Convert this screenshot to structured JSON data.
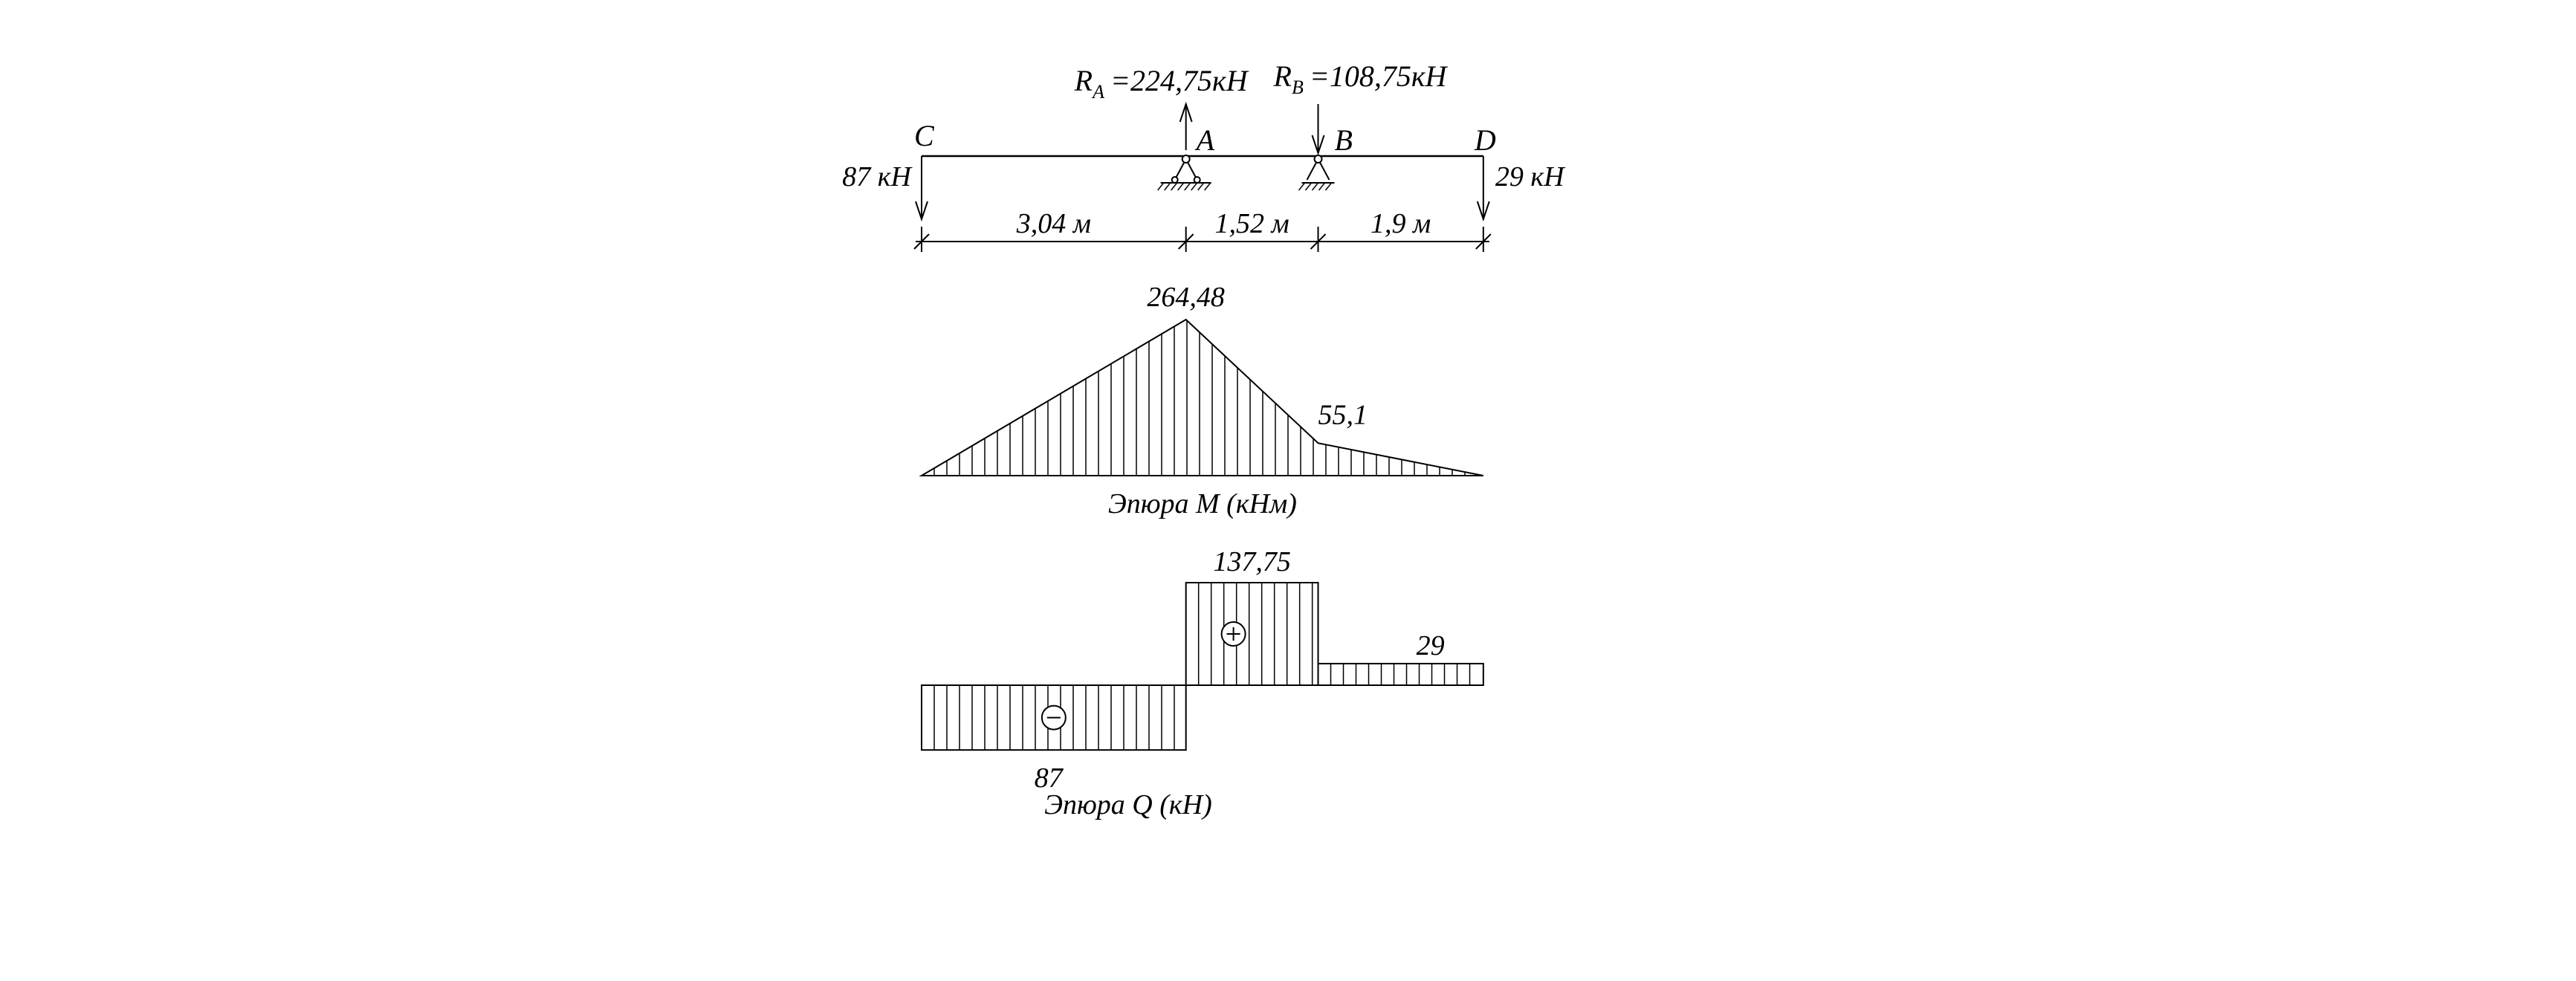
{
  "beam": {
    "points": [
      {
        "name": "C",
        "x": 0
      },
      {
        "name": "A",
        "x": 3.04
      },
      {
        "name": "B",
        "x": 4.56
      },
      {
        "name": "D",
        "x": 6.46
      }
    ],
    "spans": [
      {
        "from": 0,
        "to": 3.04,
        "label": "3,04 м"
      },
      {
        "from": 3.04,
        "to": 4.56,
        "label": "1,52 м"
      },
      {
        "from": 4.56,
        "to": 6.46,
        "label": "1,9 м"
      }
    ],
    "loads": [
      {
        "at": 0,
        "label": "87 кН",
        "direction": "down"
      },
      {
        "at": 6.46,
        "label": "29 кН",
        "direction": "down"
      }
    ],
    "reactions": [
      {
        "at": 3.04,
        "symbol": "R",
        "subscript": "A",
        "value": "=224,75кН",
        "direction": "up"
      },
      {
        "at": 4.56,
        "symbol": "R",
        "subscript": "B",
        "value": "=108,75кН",
        "direction": "down"
      }
    ]
  },
  "moment_diagram": {
    "caption": "Эпюра М  (кНм)",
    "points": [
      {
        "x": 0,
        "value": 0
      },
      {
        "x": 3.04,
        "value": 264.48,
        "label": "264,48"
      },
      {
        "x": 4.56,
        "value": 55.1,
        "label": "55,1"
      },
      {
        "x": 6.46,
        "value": 0
      }
    ]
  },
  "shear_diagram": {
    "caption": "Эпюра Q  (кН)",
    "segments": [
      {
        "from": 0,
        "to": 3.04,
        "value": -87,
        "label": "87",
        "sign": "minus"
      },
      {
        "from": 3.04,
        "to": 4.56,
        "value": 137.75,
        "label": "137,75",
        "sign": "plus"
      },
      {
        "from": 4.56,
        "to": 6.46,
        "value": 29,
        "label": "29"
      }
    ]
  }
}
